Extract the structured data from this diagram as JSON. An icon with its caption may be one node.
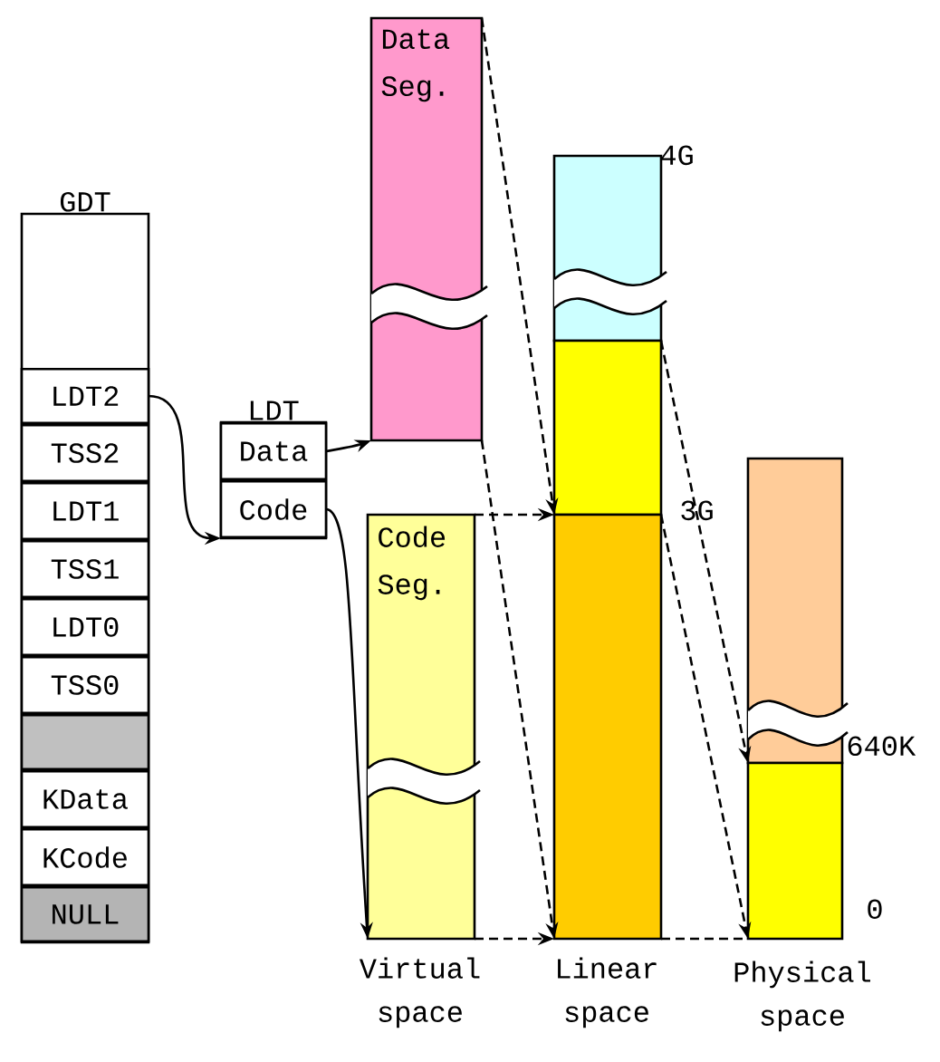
{
  "diagram": {
    "nodes": [
      {
        "text": [
          "GDT"
        ]
      },
      {
        "text": [
          "LDT2"
        ],
        "in": 0
      },
      {
        "text": [
          "TSS2"
        ],
        "in": 0
      },
      {
        "text": [
          "LDT1"
        ],
        "in": 0
      },
      {
        "text": [
          "TSS1"
        ],
        "in": 0
      },
      {
        "text": [
          "LDT0"
        ],
        "in": 0
      },
      {
        "text": [
          "TSS0"
        ],
        "in": 0
      },
      {
        "text": [],
        "shape": "box",
        "in": 0
      },
      {
        "text": [
          "KData"
        ],
        "in": 0
      },
      {
        "text": [
          "KCode"
        ],
        "in": 0
      },
      {
        "text": [
          "NULL"
        ],
        "in": 0
      },
      {
        "text": [
          "LDT"
        ]
      },
      {
        "text": [
          "Data"
        ],
        "in": 11
      },
      {
        "text": [
          "Code"
        ],
        "in": 11
      },
      {
        "text": [
          "Data Seg."
        ]
      },
      {
        "text": [
          "Code Seg."
        ]
      },
      {
        "text": [],
        "shape": "box",
        "beside": [
          "4G"
        ]
      },
      {
        "text": [],
        "shape": "box"
      },
      {
        "text": [],
        "shape": "box"
      },
      {
        "text": [],
        "shape": "box"
      },
      {
        "text": [],
        "shape": "box",
        "beside": [
          "0"
        ]
      }
    ],
    "edges": [
      {
        "from": 1,
        "to": 11,
        "arrow": "to"
      },
      {
        "from": 12,
        "to": 14,
        "arrow": "to"
      },
      {
        "from": 13,
        "to": 15,
        "arrow": "to"
      },
      {
        "from": 14,
        "to": 18,
        "arrow": "to",
        "style": "dashed"
      },
      {
        "from": 14,
        "to": 18,
        "arrow": "to",
        "style": "dashed"
      },
      {
        "from": 15,
        "to": 18,
        "arrow": "to",
        "style": "dashed"
      },
      {
        "from": 15,
        "to": 18,
        "arrow": "to",
        "style": "dashed"
      },
      {
        "from": 17,
        "to": 20,
        "arrow": "to",
        "style": "dashed"
      },
      {
        "from": 18,
        "to": 20,
        "arrow": "to",
        "style": "dashed"
      },
      {
        "from": 18,
        "to": 20,
        "arrow": "none",
        "style": "dashed"
      }
    ],
    "labels": [
      "3G",
      "640K",
      "Virtual space",
      "Linear space",
      "Physical space"
    ]
  }
}
